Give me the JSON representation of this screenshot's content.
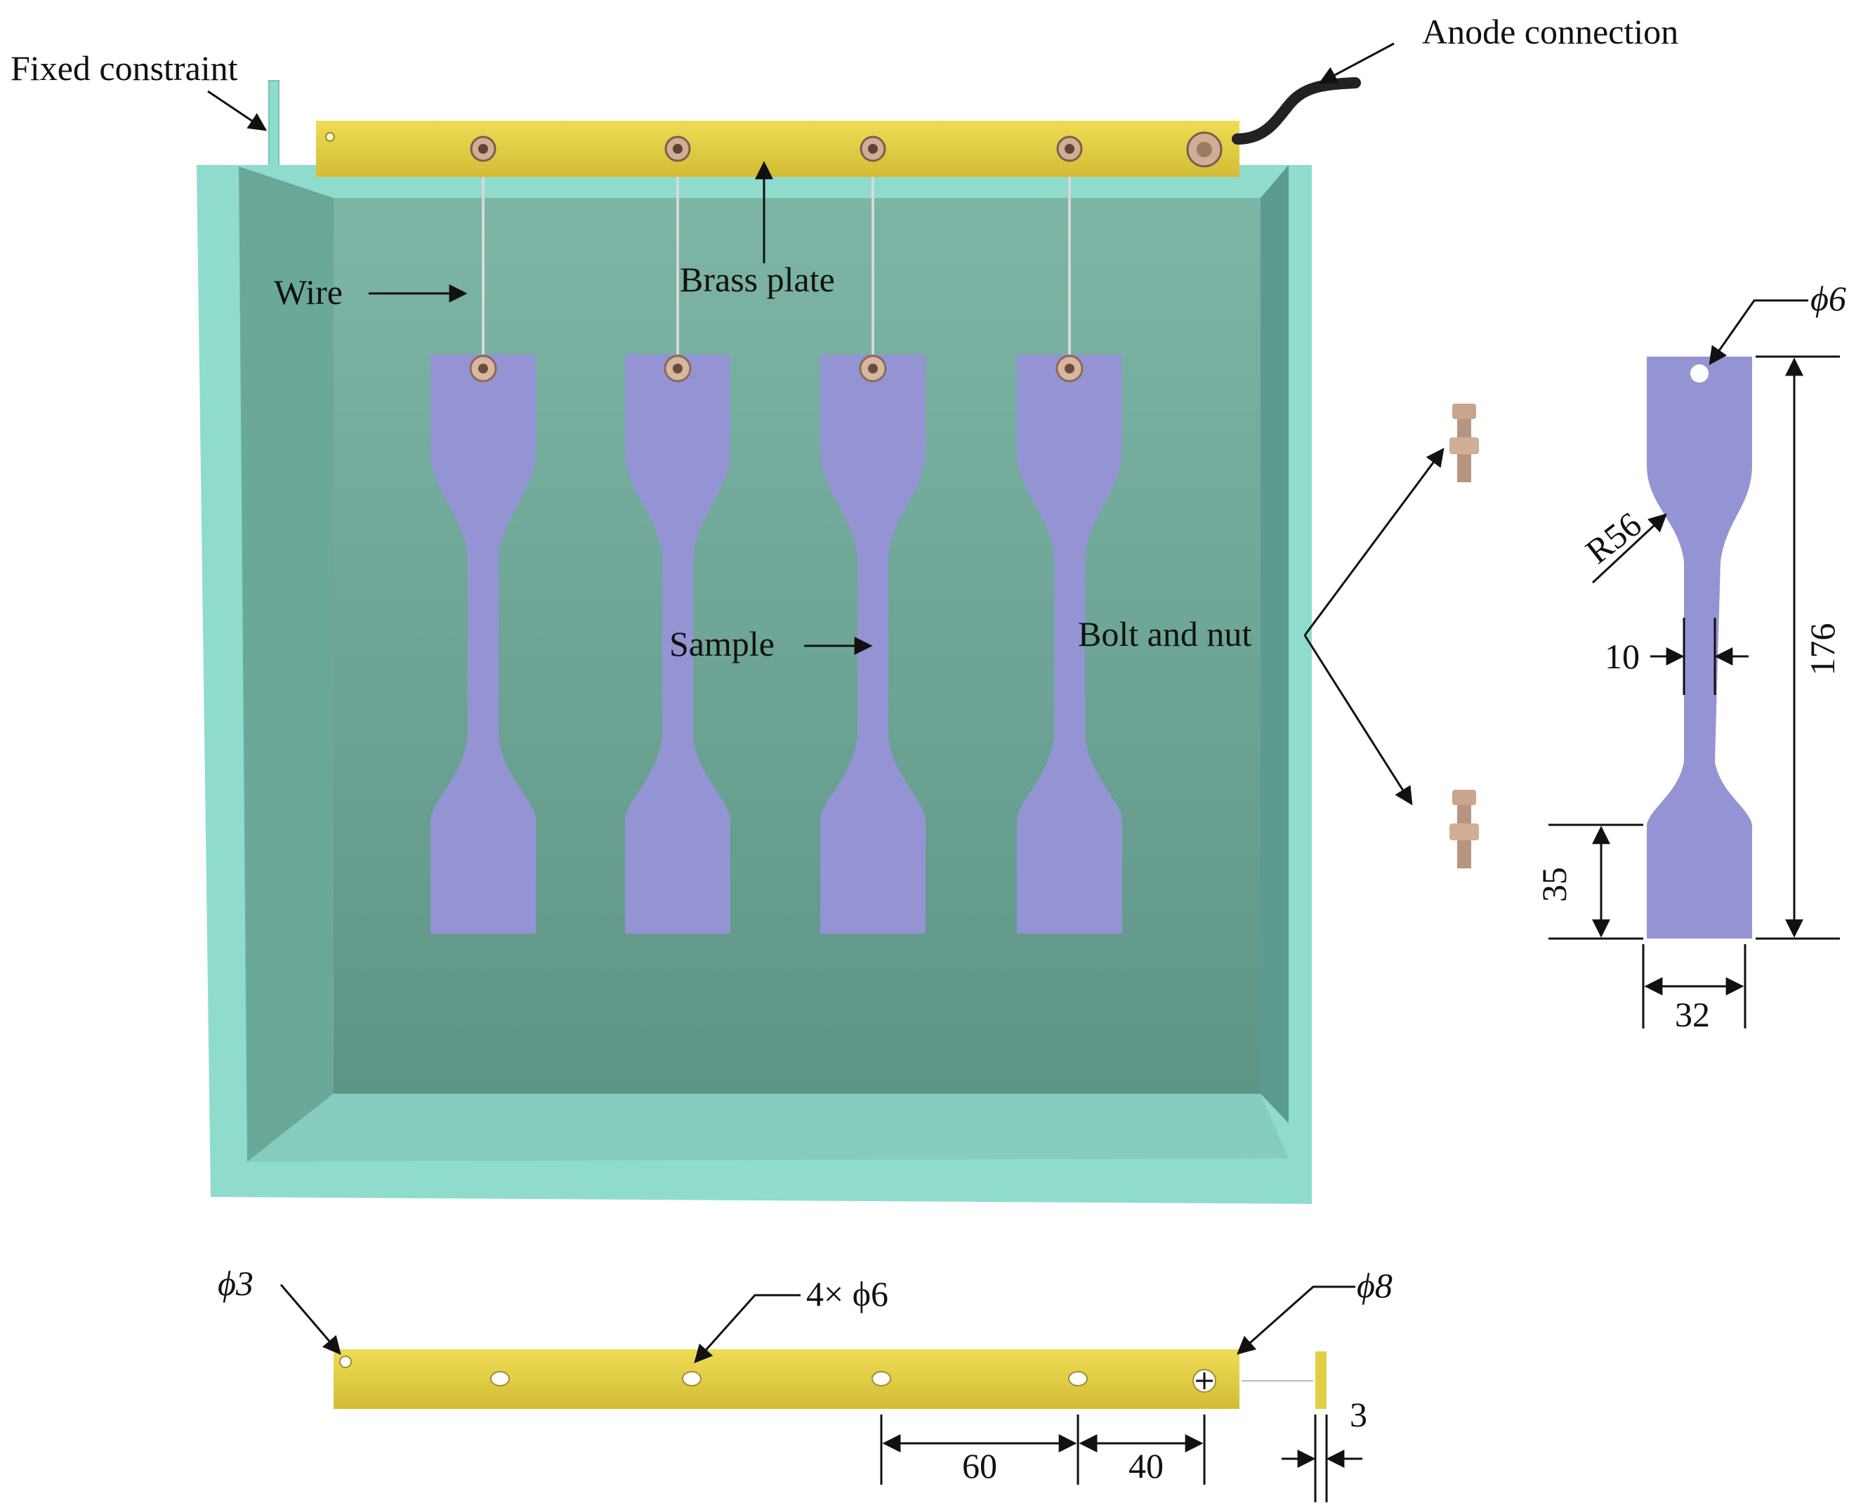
{
  "labels": {
    "fixed_constraint": "Fixed constraint",
    "anode_connection": "Anode connection",
    "brass_plate": "Brass plate",
    "wire": "Wire",
    "sample": "Sample",
    "bolt_and_nut": "Bolt and nut"
  },
  "specimen_dims": {
    "hole": "ϕ6",
    "radius": "R56",
    "total_length": "176",
    "gauge_width": "10",
    "grip_length": "35",
    "grip_width": "32"
  },
  "plate_dims": {
    "end_hole": "ϕ3",
    "mid_holes": "4× ϕ6",
    "anode_hole": "ϕ8",
    "spacing_60": "60",
    "spacing_40": "40",
    "thickness": "3"
  },
  "colors": {
    "tank_frame": "#8fdccd",
    "tank_back": "#6fa596",
    "tank_wall": "#5f9f92",
    "brass": "#e3cf45",
    "sample": "#9494d4",
    "bolt": "#c8a58c",
    "cable": "#222222"
  }
}
